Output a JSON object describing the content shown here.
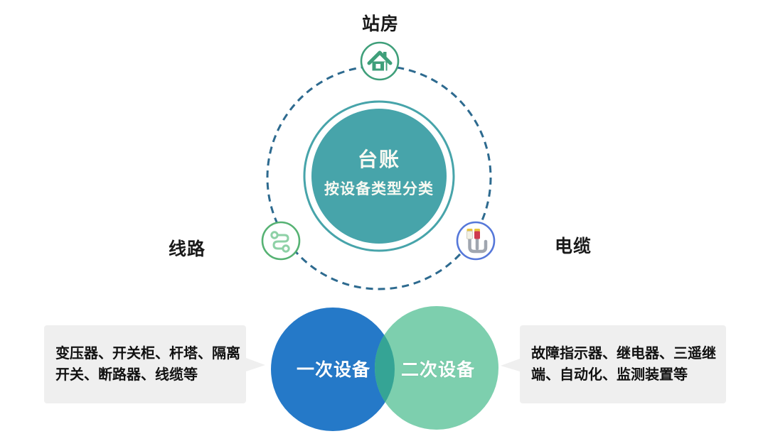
{
  "top_section": {
    "station_label": "站房",
    "center_title": "台账",
    "center_subtitle": "按设备类型分类",
    "line_label": "线路",
    "cable_label": "电缆"
  },
  "venn_section": {
    "primary_label": "一次设备",
    "secondary_label": "二次设备",
    "primary_box_text": "变压器、开关柜、杆塔、隔离开关、断路器、线缆等",
    "secondary_box_text": "故障指示器、继电器、三遥继端、自动化、监测装置等"
  },
  "icons": {
    "station": "house-icon",
    "line": "route-icon",
    "cable": "cable-icon"
  },
  "colors": {
    "central_teal": "#47a4aa",
    "dashed_ring": "#2d6a8f",
    "house_green": "#3f9f7a",
    "route_green": "#8ed1a6",
    "route_ring_green": "#56b273",
    "cable_ring_blue": "#5577d9",
    "cable_gray": "#a0a6b0",
    "plug_yellow": "#e9c53d",
    "plug_red": "#cf3a4e",
    "venn_blue": "#2579c8",
    "venn_green": "#7dcfae",
    "venn_overlap": "#35a495",
    "box_background": "#efefef",
    "text_dark": "#1a1a1a",
    "text_light": "#f8f9f2"
  }
}
